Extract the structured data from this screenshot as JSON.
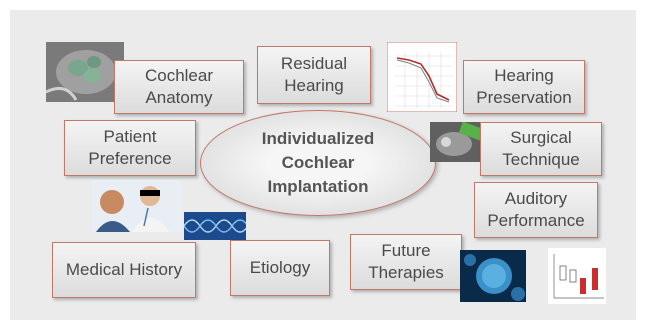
{
  "center": {
    "label": "Individualized\nCochlear\nImplantation"
  },
  "boxes": {
    "cochlear_anatomy": "Cochlear\nAnatomy",
    "residual_hearing": "Residual\nHearing",
    "hearing_preservation": "Hearing\nPreservation",
    "patient_preference": "Patient\nPreference",
    "surgical_technique": "Surgical\nTechnique",
    "auditory_performance": "Auditory\nPerformance",
    "medical_history": "Medical History",
    "etiology": "Etiology",
    "future_therapies": "Future\nTherapies"
  },
  "colors": {
    "border": "#c07868",
    "background": "#ebebeb",
    "text": "#4a4a4a"
  },
  "images": [
    "ct-scan-image",
    "audiogram-image",
    "surgery-image",
    "doctor-patient-photo",
    "dna-image",
    "cell-image",
    "boxplot-image"
  ]
}
